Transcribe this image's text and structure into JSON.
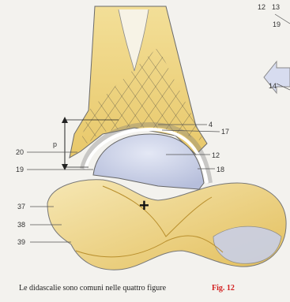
{
  "labels": {
    "l4": "4",
    "l17": "17",
    "l12": "12",
    "l18": "18",
    "l20": "20",
    "l19": "19",
    "lp": "p",
    "l37": "37",
    "l38": "38",
    "l39": "39",
    "tr12": "12",
    "tr13": "13",
    "tr19": "19",
    "tr14": "14"
  },
  "plus_sign": "+",
  "caption": "Le didascalie sono comuni nelle quattro figure",
  "figure_number": "Fig. 12",
  "colors": {
    "bone": "#f1d98a",
    "bone_dark": "#d9b755",
    "talus": "#c9cfe6",
    "accent_red": "#d21f1f",
    "line": "#4a4a4a"
  }
}
